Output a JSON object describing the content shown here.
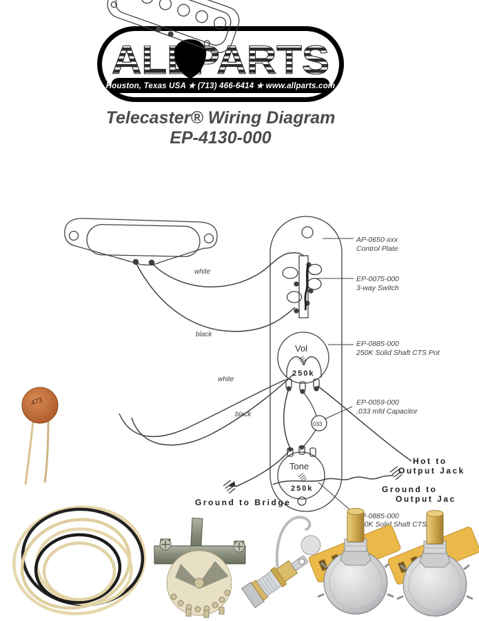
{
  "logo": {
    "brand": "ALLPARTS",
    "tagline": "Houston, Texas USA ★ (713) 466-6414 ★ www.allparts.com"
  },
  "title": {
    "line1": "Telecaster® Wiring Diagram",
    "line2": "EP-4130-000"
  },
  "diagram": {
    "callouts": [
      {
        "part": "AP-0650-xxx",
        "desc": "Control Plate"
      },
      {
        "part": "EP-0075-000",
        "desc": "3-way Switch"
      },
      {
        "part": "EP-0885-000",
        "desc": "250K Solid Shaft CTS Pot"
      },
      {
        "part": "EP-0059-000",
        "desc": ".033 mfd Capacitor"
      },
      {
        "part": "EP-0885-000",
        "desc": "250K Solid Shaft CTS Pot"
      }
    ],
    "volume_pot": {
      "label": "Vol",
      "value": "250k"
    },
    "tone_pot": {
      "label": "Tone",
      "value": "250k"
    },
    "capacitor_symbol": "033",
    "wire_labels": {
      "neck_white": "white",
      "neck_black": "black",
      "bridge_white": "white",
      "bridge_black": "black"
    },
    "annotations": {
      "hot_line1": "Hot to",
      "hot_line2": "Output Jack",
      "ground_jack_line1": "Ground to",
      "ground_jack_line2": "Output Jac",
      "ground_bridge": "Ground to Bridge"
    },
    "colors": {
      "ink": "#3f3f3f",
      "paper": "#ffffff"
    }
  },
  "photos": {
    "capacitor_marking": "473"
  }
}
